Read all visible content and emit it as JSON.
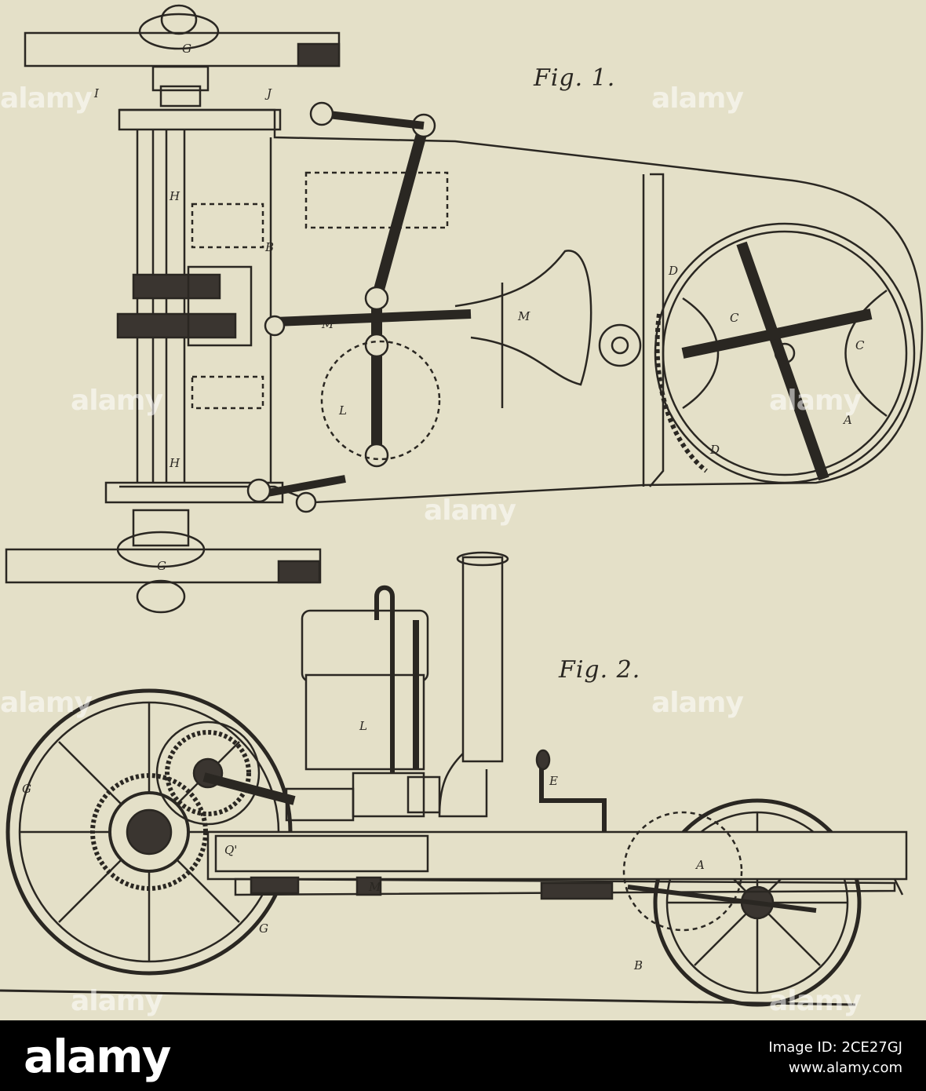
{
  "figures": {
    "fig1_label": "Fig. 1.",
    "fig2_label": "Fig. 2."
  },
  "watermark_text": "alamy",
  "footer": {
    "logo": "alamy",
    "image_id": "Image ID: 2CE27GJ",
    "site": "www.alamy.com"
  },
  "part_letters": [
    "G",
    "G",
    "I",
    "J",
    "H",
    "H",
    "B",
    "M",
    "M",
    "L",
    "A",
    "D",
    "D",
    "C",
    "C",
    "L",
    "E",
    "A",
    "Q'",
    "G",
    "G",
    "B",
    "M"
  ],
  "colors": {
    "paper": "#e4e0c8",
    "ink": "#2a2722",
    "footer": "#000000"
  }
}
